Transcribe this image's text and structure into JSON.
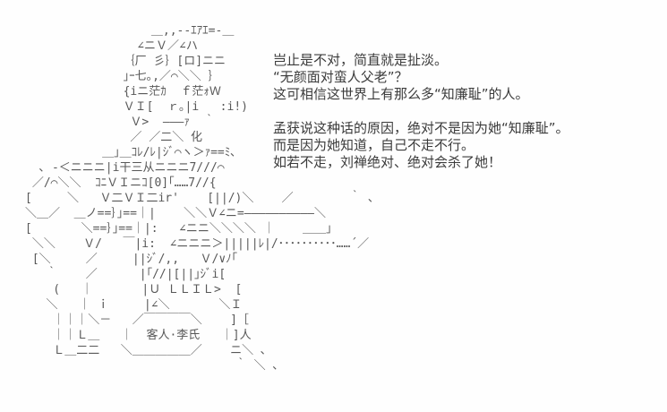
{
  "page": {
    "background_color": "#fefefe",
    "text_color": "#3b3b3b",
    "art_color": "#585858"
  },
  "dialogue": {
    "lines": [
      "岂止是不对，简直就是扯淡。",
      "“无颜面对蛮人父老”？",
      "这可相信这世界上有那么多“知廉耻”的人。",
      "",
      "孟获说这种话的原因，绝对不是因为她“知廉耻”。",
      "而是因为她知道，自己不走不行。",
      "如若不走，刘禅绝对、绝对会杀了她！"
    ]
  },
  "character": {
    "label": "客人·李氏"
  },
  "ascii_art": {
    "description": "2ch-style ASCII art of a robed woman (Madam Li) holding a fan, with an octagonal name box reading 客人·李氏",
    "lines": [
      "                  ＿,,--ｴｱｴ=-＿",
      "                ∠ニＶ／∠ハ",
      "              ｛厂 彡｝[ロ]ニニ",
      "              ｣ｰ七｡,／⌒＼＼ ｝",
      "              {iニ茫ｶ  ｆ茫ｫＷ",
      "              ＶＩ[  ｒ｡|i   :i!)",
      "               Ｖ>  ―――ｧ  ｀",
      "               ／ ／二＼ 化",
      "           ＿｣＿ｺﾚ/ﾚ|ｼﾞ⌒ヽ＞ｧ==ﾐ､",
      "  ､ -＜ニニニ|i干三从ニニニ7///⌒",
      " ／/⌒＼＼  ｺﾆＶＩニｺ[0]｢……7//{",
      "[     ＼   Ｖ二ＶＩ二ir'    [||/)＼    ／        ｀ ､",
      "＼＿／  ＿ノ==｝｣==｜|    ＼＼Ｖ∠ニ=――――――――――＼",
      "[       ＼==｝｣==｜|:   ∠ニニ＼＼＼＼ ｜    ＿＿｣",
      " ＼＼    Ｖ/   ￣|i:  ∠ニニニ＞|||||ﾚ|/･･････････……´／",
      " [＼     ／     ||ｼﾞ/,,   Ｖ/∨ﾉ｢",
      "   ｀    ／      |｢//|[||｣ｼﾞi[",
      "    (   ｜       |Ｕ ＬＬＩＬ>  [",
      "   ＼   ｜ ｉ     |∠＼       ＼Ｉ",
      "    ｜｜｜＼－   ／￣￣￣￣＼    ]［",
      "    ｜｜Ｌ＿   ｜  客人·李氏   ｜]人",
      "    Ｌ＿二二   ＼＿＿＿＿＿／    ニ＼ ､",
      "                              ｀ ＼ ､"
    ]
  }
}
